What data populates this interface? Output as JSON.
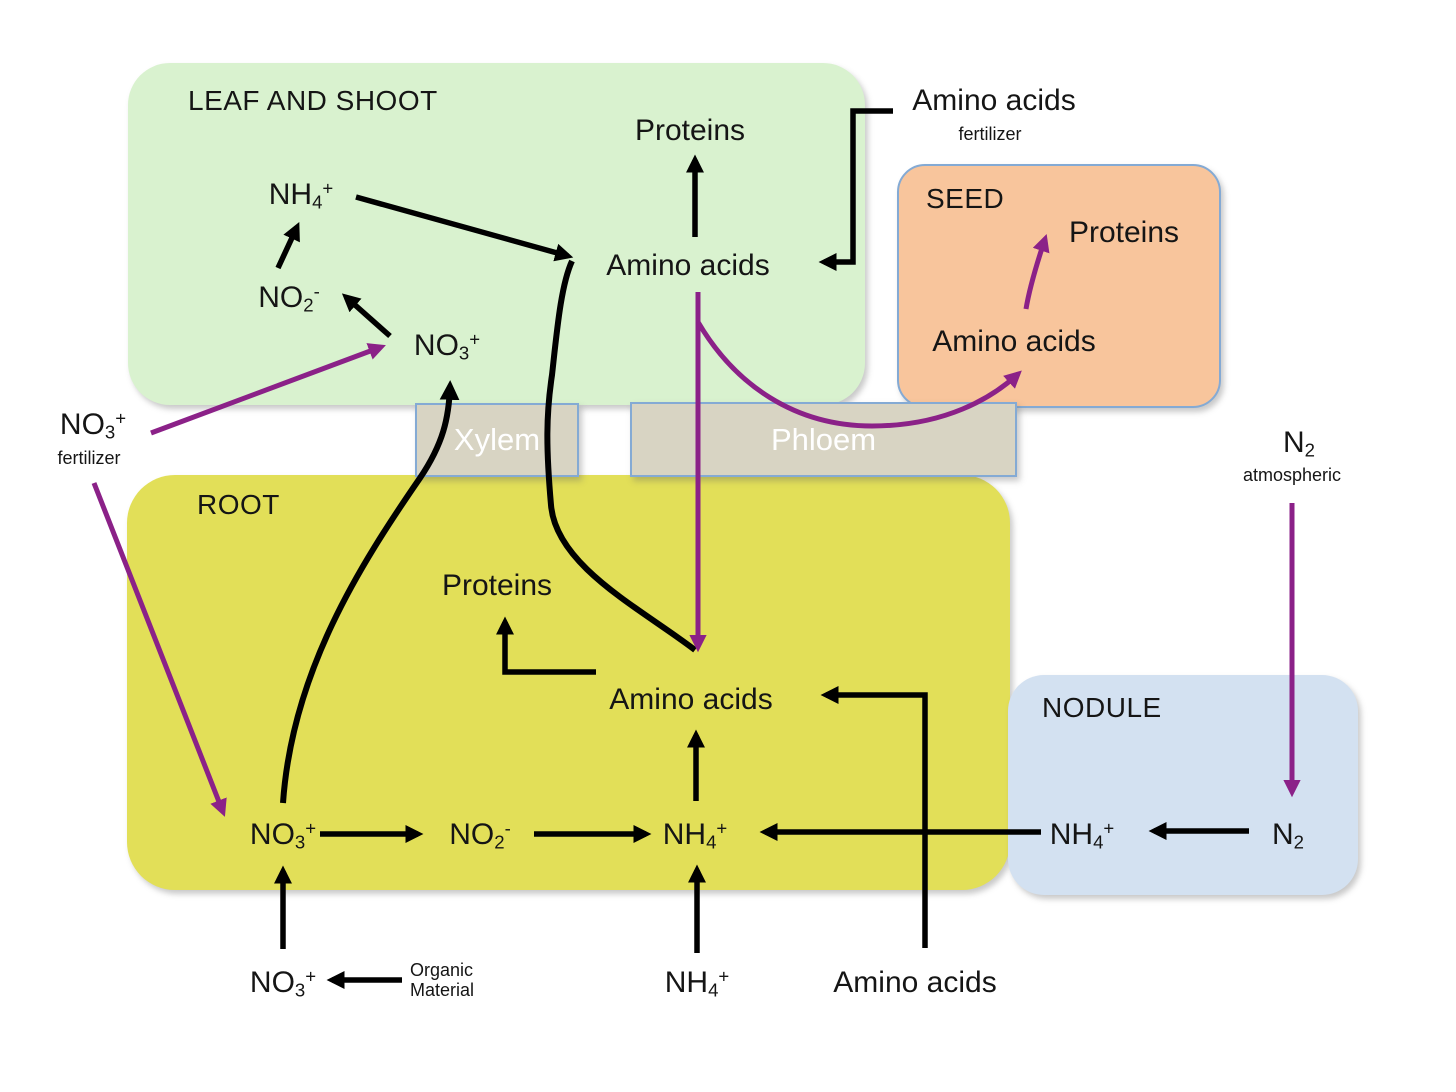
{
  "colors": {
    "leaf-fill": "#d9f2cf",
    "root-fill": "#e2df58",
    "seed-fill": "#f8c59c",
    "nodule-fill": "#d3e1f1",
    "vessel-fill": "#d8d4c3",
    "vessel-border": "#84aad4",
    "arrow-black": "#000000",
    "arrow-purple": "#8b2188",
    "text-dark": "#151515",
    "vessel-text": "#ffffff"
  },
  "leaf": {
    "title": "LEAF AND SHOOT",
    "nh4": {
      "base": "NH",
      "sub": "4",
      "sup": "+"
    },
    "no2": {
      "base": "NO",
      "sub": "2",
      "sup": "-"
    },
    "no3": {
      "base": "NO",
      "sub": "3",
      "sup": "+"
    },
    "proteins": "Proteins",
    "amino": "Amino acids"
  },
  "amino_fertilizer": {
    "label": "Amino acids",
    "sublabel": "fertilizer"
  },
  "seed": {
    "title": "SEED",
    "proteins": "Proteins",
    "amino": "Amino acids"
  },
  "vessels": {
    "xylem": "Xylem",
    "phloem": "Phloem"
  },
  "root": {
    "title": "ROOT",
    "proteins": "Proteins",
    "amino": "Amino acids",
    "no3": {
      "base": "NO",
      "sub": "3",
      "sup": "+"
    },
    "no2": {
      "base": "NO",
      "sub": "2",
      "sup": "-"
    },
    "nh4": {
      "base": "NH",
      "sub": "4",
      "sup": "+"
    }
  },
  "nodule": {
    "title": "NODULE",
    "nh4": {
      "base": "NH",
      "sub": "4",
      "sup": "+"
    },
    "n2": {
      "base": "N",
      "sub": "2"
    }
  },
  "atmosphere": {
    "n2": {
      "base": "N",
      "sub": "2"
    },
    "sublabel": "atmospheric"
  },
  "soil": {
    "no3_fertilizer": {
      "formula": {
        "base": "NO",
        "sub": "3",
        "sup": "+"
      },
      "sublabel": "fertilizer"
    },
    "no3": {
      "base": "NO",
      "sub": "3",
      "sup": "+"
    },
    "organic": {
      "line1": "Organic",
      "line2": "Material"
    },
    "nh4": {
      "base": "NH",
      "sub": "4",
      "sup": "+"
    },
    "amino": "Amino acids"
  }
}
